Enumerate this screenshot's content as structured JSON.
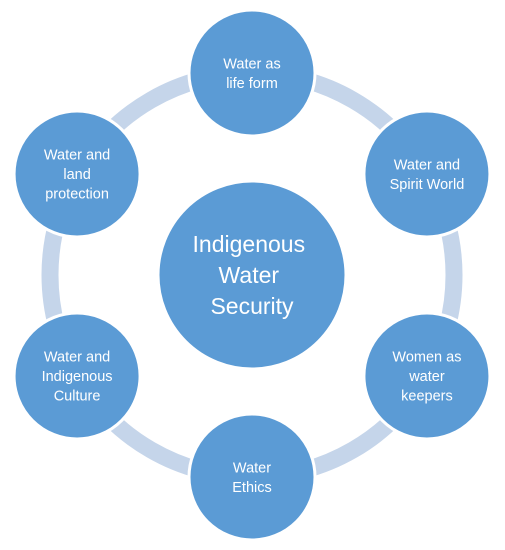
{
  "center": {
    "lines": [
      "Indigenous",
      "Water",
      "Security"
    ]
  },
  "nodes": [
    {
      "lines": [
        "Water as",
        "life form"
      ]
    },
    {
      "lines": [
        "Water and",
        "Spirit World"
      ]
    },
    {
      "lines": [
        "Women as",
        "water",
        "keepers"
      ]
    },
    {
      "lines": [
        "Water",
        "Ethics"
      ]
    },
    {
      "lines": [
        "Water and",
        "Indigenous",
        "Culture"
      ]
    },
    {
      "lines": [
        "Water and",
        "land",
        "protection"
      ]
    }
  ],
  "colors": {
    "node_fill": "#5b9bd5",
    "node_stroke": "#ffffff",
    "connector": "#c5d5ea",
    "text": "#ffffff"
  }
}
